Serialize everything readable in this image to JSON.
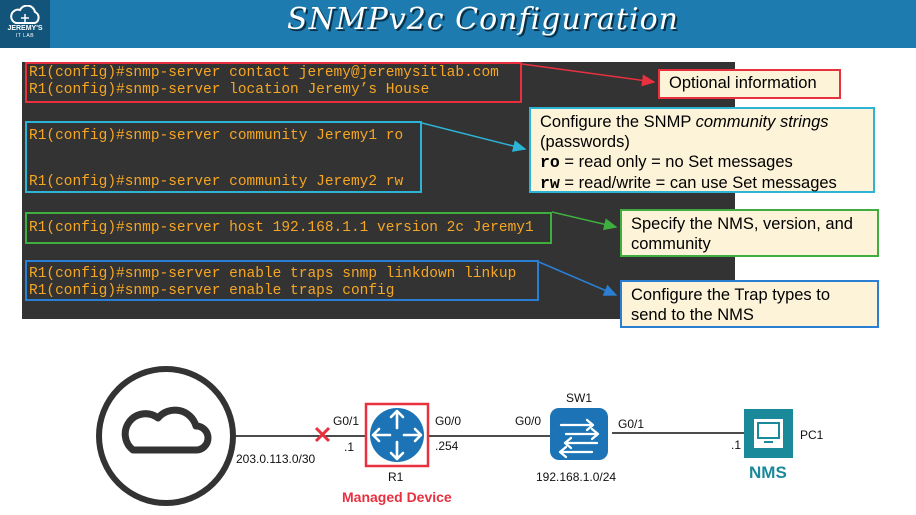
{
  "header": {
    "title": "SNMPv2c Configuration",
    "logo_line1": "JEREMY'S",
    "logo_line2": "IT LAB"
  },
  "config": {
    "group_contact": [
      "R1(config)#snmp-server contact jeremy@jeremysitlab.com",
      "R1(config)#snmp-server location Jeremy’s House"
    ],
    "community_ro": "R1(config)#snmp-server community Jeremy1 ro",
    "community_rw": "R1(config)#snmp-server community Jeremy2 rw",
    "host": "R1(config)#snmp-server host 192.168.1.1 version 2c Jeremy1",
    "traps": [
      "R1(config)#snmp-server enable traps snmp linkdown linkup",
      "R1(config)#snmp-server enable traps config"
    ]
  },
  "callouts": {
    "optional": "Optional information",
    "community": {
      "line1_prefix": "Configure the SNMP ",
      "line1_italic": "community strings",
      "line2": "(passwords)",
      "ro_code": "ro",
      "ro_text": " = read only = no Set messages",
      "rw_code": "rw",
      "rw_text": " = read/write = can use Set messages"
    },
    "host": "Specify the NMS, version, and community",
    "traps": "Configure the Trap types to send to the NMS"
  },
  "colors": {
    "header": "#1d7bb0",
    "terminal_bg": "#333333",
    "terminal_text": "#f6a623",
    "red": "#e8303f",
    "cyan": "#2bb4d6",
    "green": "#3fae3f",
    "blue": "#2a7fd4",
    "callout_bg": "#fdf3d8",
    "device_blue": "#1c74b6",
    "pc_teal": "#1a8a9a"
  },
  "network": {
    "internet_subnet": "203.0.113.0/30",
    "r1_g01": "G0/1",
    "r1_g01_ip": ".1",
    "r1_g00": "G0/0",
    "r1_g00_ip": ".254",
    "r1_name": "R1",
    "r1_role": "Managed Device",
    "sw1_name": "SW1",
    "sw1_g00": "G0/0",
    "sw1_g01": "G0/1",
    "lan_subnet": "192.168.1.0/24",
    "pc_ip": ".1",
    "pc_name": "PC1",
    "pc_role": "NMS"
  }
}
